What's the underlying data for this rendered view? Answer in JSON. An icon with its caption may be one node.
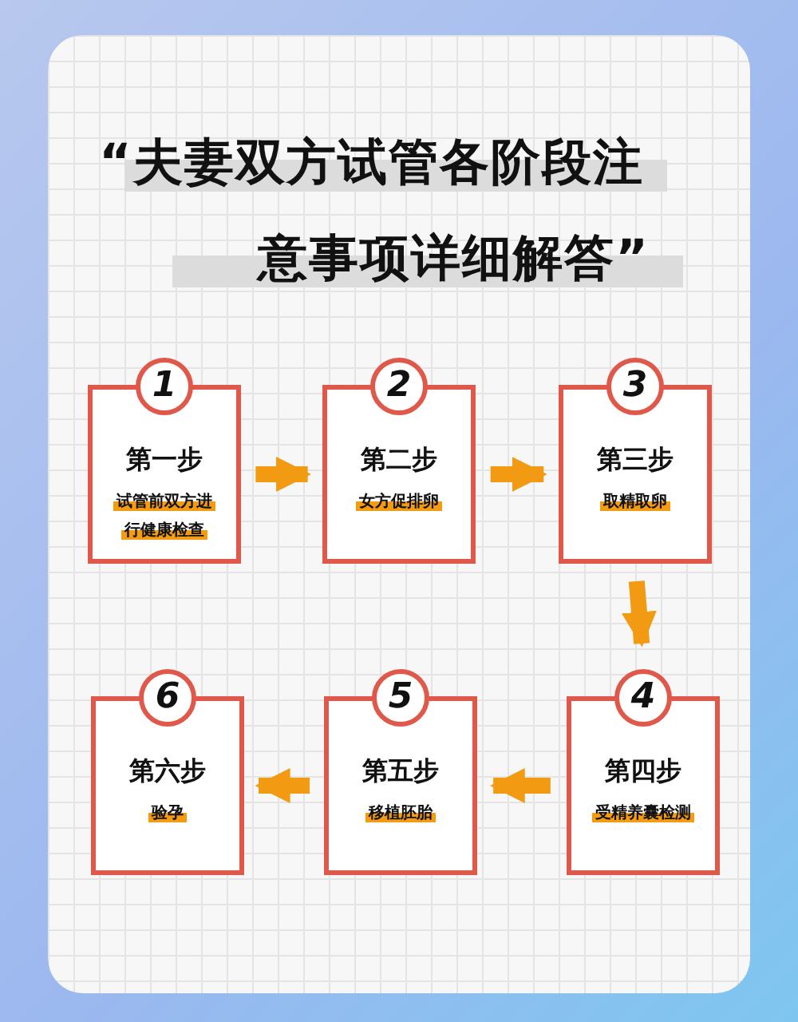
{
  "diagram": {
    "title": "“夫妻双方**试管各阶段注意事项**详细解答”",
    "nodes": [
      {
        "text": [
          "1",
          "第一步",
          "试管前双方进行健康检查"
        ]
      },
      {
        "text": [
          "2",
          "第二步",
          "女方促排卵"
        ]
      },
      {
        "text": [
          "3",
          "第三步",
          "取精取卵"
        ]
      },
      {
        "text": [
          "4",
          "第四步",
          "受精养囊检测"
        ]
      },
      {
        "text": [
          "5",
          "第五步",
          "移植胚胎"
        ]
      },
      {
        "text": [
          "6",
          "第六步",
          "验孕"
        ]
      }
    ],
    "edges": [
      {
        "from": 0,
        "to": 1,
        "arrow": "to"
      },
      {
        "from": 1,
        "to": 2,
        "arrow": "to"
      },
      {
        "from": 2,
        "to": 3,
        "arrow": "to"
      },
      {
        "from": 3,
        "to": 4,
        "arrow": "to"
      },
      {
        "from": 4,
        "to": 5,
        "arrow": "to"
      }
    ]
  }
}
